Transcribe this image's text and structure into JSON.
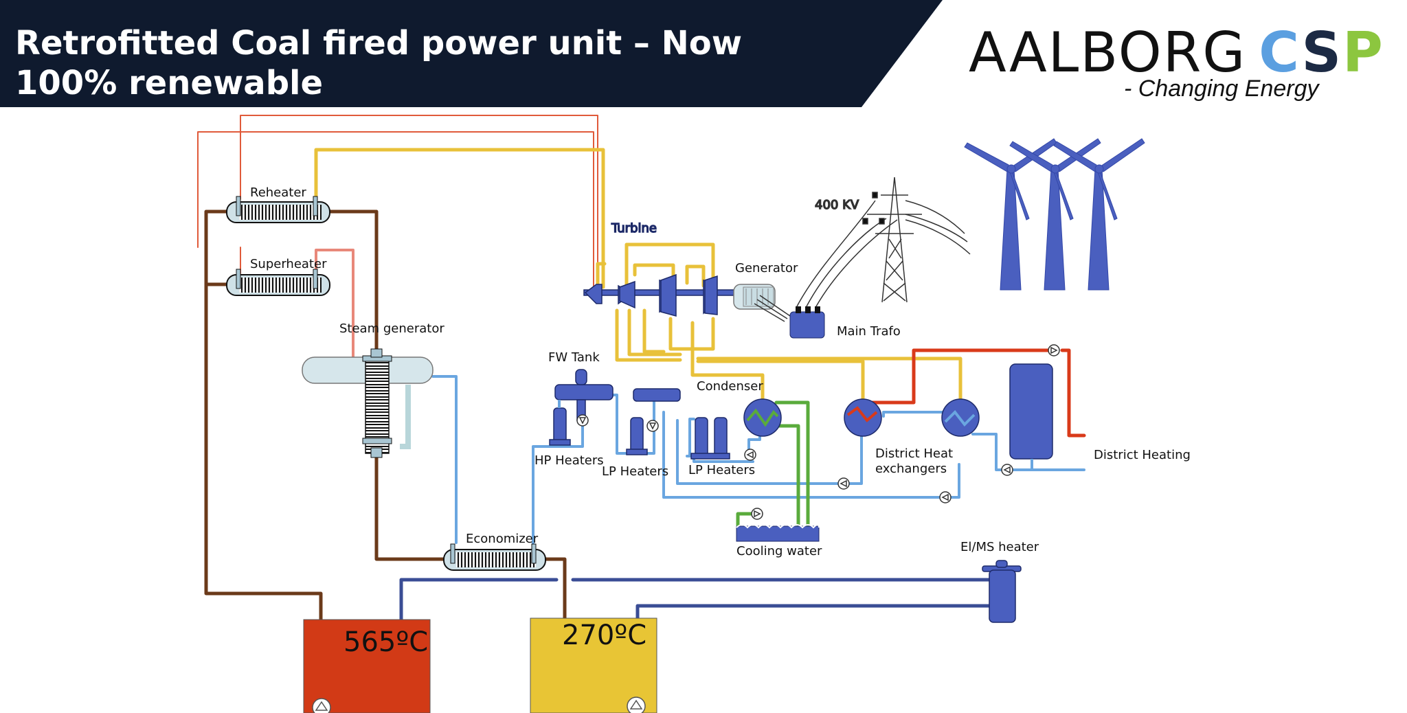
{
  "title": "Retrofitted Coal fired power unit – Now 100% renewable",
  "logo": {
    "brand": "AALBORG",
    "brand_accent": "CSP",
    "tagline": "- Changing Energy"
  },
  "colors": {
    "banner": "#0f1a2e",
    "hot_tank": "#d23a16",
    "cold_tank": "#e8c535",
    "steam_pipe": "#e8c13a",
    "salt_pipe": "#6b3a1a",
    "water_pipe": "#6aa6e0",
    "red_pipe": "#d93a1a",
    "cooling_pipe": "#5aab3c",
    "equipment": "#4a5fbf",
    "logo_blue": "#5b9fe0",
    "logo_green": "#8cc63f"
  },
  "components": {
    "reheater": "Reheater",
    "superheater": "Superheater",
    "steam_generator": "Steam generator",
    "economizer": "Economizer",
    "turbine": "Turbine",
    "generator": "Generator",
    "main_trafo": "Main Trafo",
    "voltage": "400 KV",
    "fw_tank": "FW Tank",
    "condenser": "Condenser",
    "hp_heaters": "HP Heaters",
    "lp_heaters_1": "LP Heaters",
    "lp_heaters_2": "LP Heaters",
    "district_heat_exchangers_1": "District Heat",
    "district_heat_exchangers_2": "exchangers",
    "district_heating": "District Heating",
    "cooling_water": "Cooling water",
    "el_ms_heater": "El/MS heater"
  },
  "tanks": {
    "hot": "565ºC",
    "cold": "270ºC"
  }
}
